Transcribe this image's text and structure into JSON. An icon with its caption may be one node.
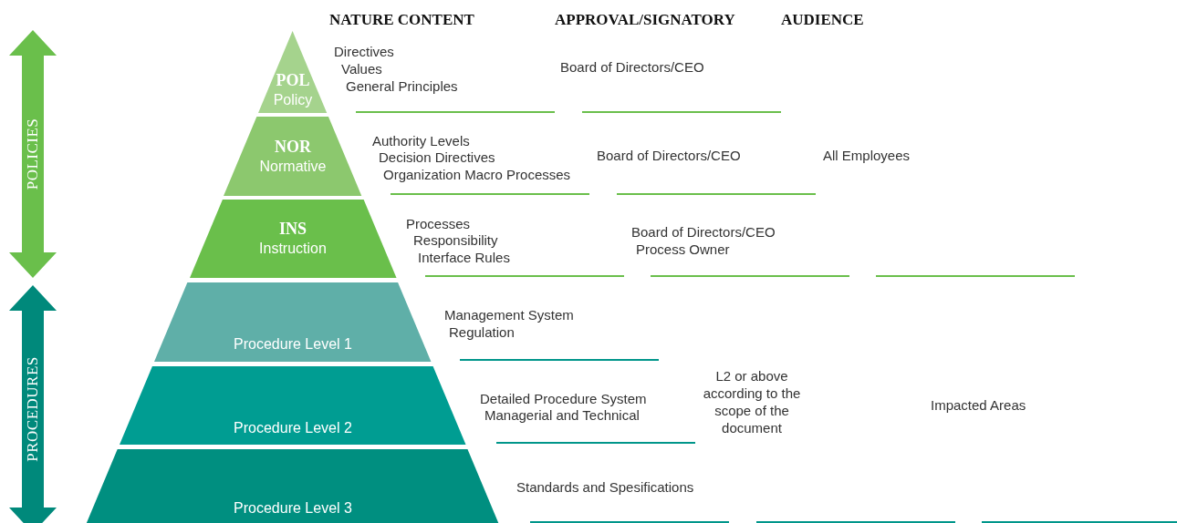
{
  "diagram": {
    "nodes": [
      {
        "text": [
          "POL",
          "Policy"
        ]
      },
      {
        "text": [
          "NOR",
          "Normative"
        ]
      },
      {
        "text": [
          "INS",
          "Instruction"
        ]
      },
      {
        "text": [
          "Procedure Level 1"
        ]
      },
      {
        "text": [
          "Procedure Level 2"
        ]
      },
      {
        "text": [
          "Procedure Level 3"
        ]
      }
    ],
    "labels": [
      "NATURE CONTENT",
      "APPROVAL/SIGNATORY",
      "AUDIENCE",
      "Directives",
      "Values",
      "General Principles",
      "Board of Directors/CEO",
      "Authority Levels",
      "Decision Directives",
      "Board of Directors/CEO",
      "All Employees",
      "Organization Macro Processes",
      "Processes",
      "Board of Directors/CEO",
      "Responsibility",
      "Process Owner",
      "Interface Rules",
      "Management System",
      "Regulation",
      "L2 or above according to the scope of the document",
      "Detailed Procedure System",
      "Impacted Areas",
      "Managerial and Technical",
      "Standards and Spesifications",
      "POLICIES",
      "PROCEDURES"
    ]
  }
}
